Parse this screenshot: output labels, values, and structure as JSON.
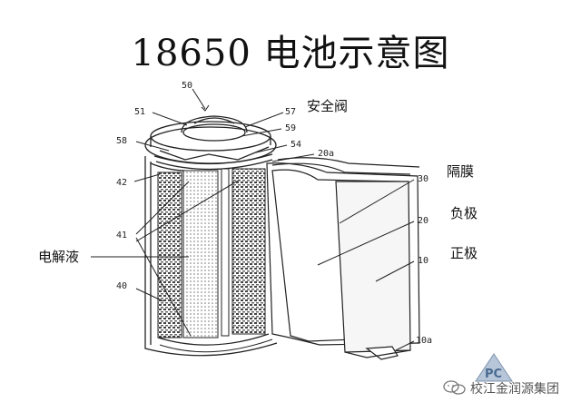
{
  "title": "18650 电池示意图",
  "labels": {
    "safety_valve": "安全阀",
    "separator": "隔膜",
    "negative": "负极",
    "positive": "正极",
    "electrolyte": "电解液"
  },
  "part_numbers": {
    "n50": "50",
    "n51": "51",
    "n57": "57",
    "n59": "59",
    "n58": "58",
    "n54": "54",
    "n20a": "20a",
    "n42": "42",
    "n30": "30",
    "n41": "41",
    "n20": "20",
    "n10": "10",
    "n40": "40",
    "n10a": "10a"
  },
  "watermark": {
    "logo_text": "PC",
    "account": "校江金润源集团",
    "icon": "wechat-icon"
  }
}
